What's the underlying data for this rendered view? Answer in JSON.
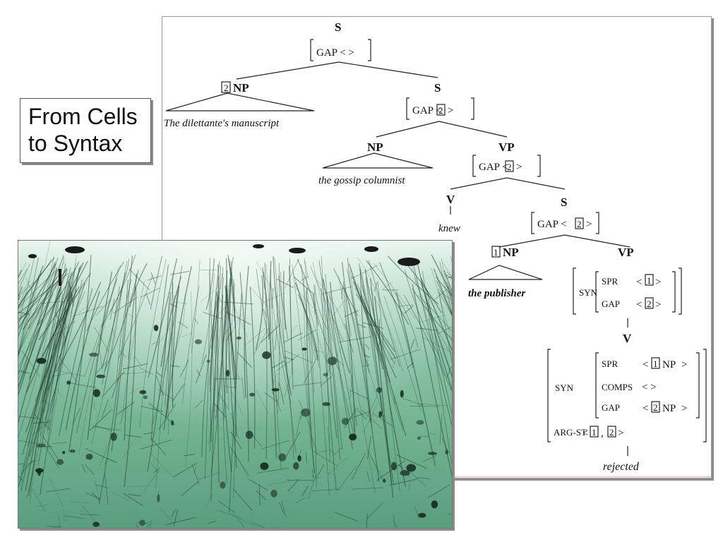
{
  "title": {
    "line1": "From Cells",
    "line2": "to Syntax"
  },
  "tree": {
    "s_root": "S",
    "gap_empty": "GAP < >",
    "np1_tag": "2",
    "np1_label": "NP",
    "np1_phrase": "The dilettante's manuscript",
    "s2_label": "S",
    "gap2": "GAP <",
    "gap2_tag": "2",
    "gap2_close": ">",
    "np2_label": "NP",
    "np2_phrase": "the gossip columnist",
    "vp1_label": "VP",
    "gap3": "GAP <",
    "gap3_tag": "2",
    "gap3_close": ">",
    "v1_label": "V",
    "v1_word": "knew",
    "s3_label": "S",
    "gap4": "GAP <",
    "gap4_tag": "2",
    "gap4_close": ">",
    "np3_tag": "1",
    "np3_label": "NP",
    "np3_phrase": "the publisher",
    "vp2_label": "VP",
    "syn": "SYN",
    "spr": "SPR",
    "spr_tag": "1",
    "gap5": "GAP",
    "gap5_tag": "2",
    "v2_label": "V",
    "syn2": "SYN",
    "spr2": "SPR",
    "spr2_tag": "1",
    "spr2_np": "NP",
    "comps": "COMPS",
    "comps_val": "< >",
    "gap6": "GAP",
    "gap6_tag": "2",
    "gap6_np": "NP",
    "argst": "ARG-ST",
    "argst_tag1": "1",
    "argst_tag2": "2",
    "word_final": "rejected"
  }
}
